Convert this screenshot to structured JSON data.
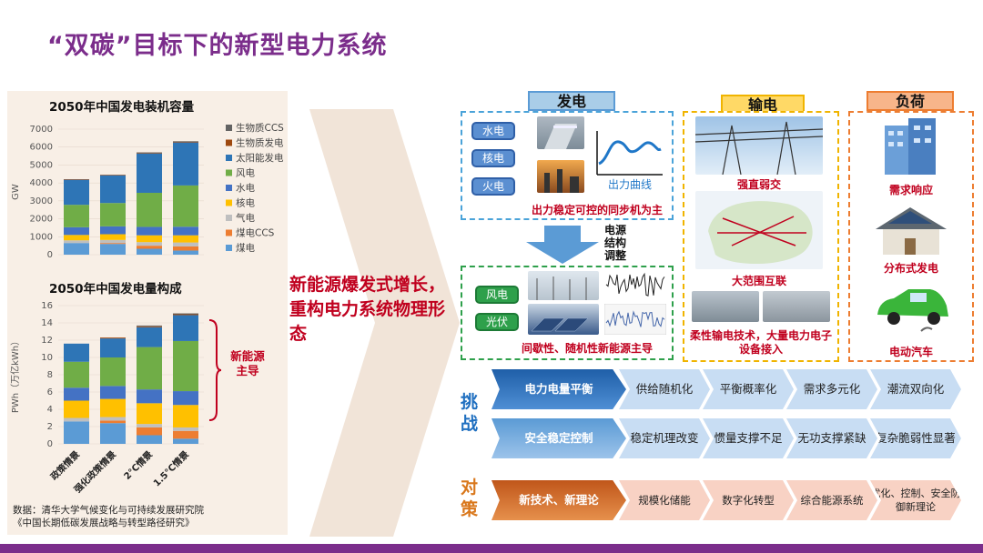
{
  "title": "“双碳”目标下的新型电力系统",
  "colors": {
    "accent": "#7b2d8b",
    "red": "#c0001e"
  },
  "chart_data": [
    {
      "type": "bar",
      "title": "2050年中国发电装机容量",
      "ylabel": "GW",
      "ylim": [
        0,
        7000
      ],
      "yticks": [
        "7000",
        "6000",
        "5000",
        "4000",
        "3000",
        "2000",
        "1000",
        "0"
      ],
      "categories": [
        "政策情景",
        "强化政策情景",
        "2°C情景",
        "1.5°C情景"
      ],
      "series": [
        {
          "name": "煤电",
          "color": "#5b9bd5",
          "values": [
            650,
            600,
            330,
            230
          ]
        },
        {
          "name": "煤电CCS",
          "color": "#ed7d31",
          "values": [
            0,
            50,
            170,
            230
          ]
        },
        {
          "name": "气电",
          "color": "#bfbfbf",
          "values": [
            150,
            170,
            200,
            220
          ]
        },
        {
          "name": "核电",
          "color": "#ffc000",
          "values": [
            300,
            320,
            380,
            400
          ]
        },
        {
          "name": "水电",
          "color": "#4472c4",
          "values": [
            430,
            440,
            470,
            480
          ]
        },
        {
          "name": "风电",
          "color": "#70ad47",
          "values": [
            1250,
            1300,
            1900,
            2300
          ]
        },
        {
          "name": "太阳能发电",
          "color": "#2e75b6",
          "values": [
            1400,
            1550,
            2200,
            2400
          ]
        },
        {
          "name": "生物质发电",
          "color": "#9e480e",
          "values": [
            30,
            30,
            40,
            40
          ]
        },
        {
          "name": "生物质CCS",
          "color": "#636363",
          "values": [
            0,
            0,
            20,
            30
          ]
        }
      ]
    },
    {
      "type": "bar",
      "title": "2050年中国发电量构成",
      "ylabel": "PWh（万亿kWh）",
      "ylim": [
        0,
        16
      ],
      "yticks": [
        "16",
        "14",
        "12",
        "10",
        "8",
        "6",
        "4",
        "2",
        "0"
      ],
      "categories": [
        "政策情景",
        "强化政策情景",
        "2°C情景",
        "1.5°C情景"
      ],
      "series": [
        {
          "name": "煤电",
          "color": "#5b9bd5",
          "values": [
            2.6,
            2.4,
            1.0,
            0.6
          ]
        },
        {
          "name": "煤电CCS",
          "color": "#ed7d31",
          "values": [
            0.0,
            0.3,
            0.9,
            0.9
          ]
        },
        {
          "name": "气电",
          "color": "#bfbfbf",
          "values": [
            0.4,
            0.4,
            0.4,
            0.4
          ]
        },
        {
          "name": "核电",
          "color": "#ffc000",
          "values": [
            2.0,
            2.1,
            2.4,
            2.6
          ]
        },
        {
          "name": "水电",
          "color": "#4472c4",
          "values": [
            1.5,
            1.5,
            1.6,
            1.6
          ]
        },
        {
          "name": "风电",
          "color": "#70ad47",
          "values": [
            3.0,
            3.3,
            4.9,
            5.8
          ]
        },
        {
          "name": "太阳能发电",
          "color": "#2e75b6",
          "values": [
            2.1,
            2.2,
            2.3,
            3.0
          ]
        },
        {
          "name": "生物质发电",
          "color": "#9e480e",
          "values": [
            0.0,
            0.1,
            0.1,
            0.1
          ]
        },
        {
          "name": "生物质CCS",
          "color": "#636363",
          "values": [
            0.0,
            0.0,
            0.1,
            0.1
          ]
        }
      ]
    }
  ],
  "legend": [
    "生物质CCS",
    "生物质发电",
    "太阳能发电",
    "风电",
    "水电",
    "核电",
    "气电",
    "煤电CCS",
    "煤电"
  ],
  "new_energy_label": "新能源主导",
  "source": [
    "数据：清华大学气候变化与可持续发展研究院",
    "《中国长期低碳发展战略与转型路径研究》"
  ],
  "mid_text": "新能源爆发式增长，重构电力系统物理形态",
  "generation": {
    "header": "发电",
    "pills": [
      "水电",
      "核电",
      "火电"
    ],
    "curve_label": "出力曲线",
    "stable_label": "出力稳定可控的同步机为主",
    "restructure_label": "电源结构调整",
    "new_pills": [
      "风电",
      "光伏"
    ],
    "intermittent_label": "间歇性、随机性新能源主导"
  },
  "transmission": {
    "header": "输电",
    "ac_label": "强直弱交",
    "interconnect_label": "大范围互联",
    "flex_label": "柔性输电技术，大量电力电子设备接入"
  },
  "load": {
    "header": "负荷",
    "demand_label": "需求响应",
    "distributed_label": "分布式发电",
    "ev_label": "电动汽车"
  },
  "challenges": {
    "side_label": "挑战",
    "rows": [
      {
        "head": "电力电量平衡",
        "items": [
          "供给随机化",
          "平衡概率化",
          "需求多元化",
          "潮流双向化"
        ]
      },
      {
        "head": "安全稳定控制",
        "items": [
          "稳定机理改变",
          "惯量支撑不足",
          "无功支撑紧缺",
          "复杂脆弱性显著"
        ]
      }
    ]
  },
  "countermeasures": {
    "side_label": "对策",
    "head": "新技术、新理论",
    "items": [
      "规模化储能",
      "数字化转型",
      "综合能源系统",
      "优化、控制、安全防御新理论"
    ]
  }
}
